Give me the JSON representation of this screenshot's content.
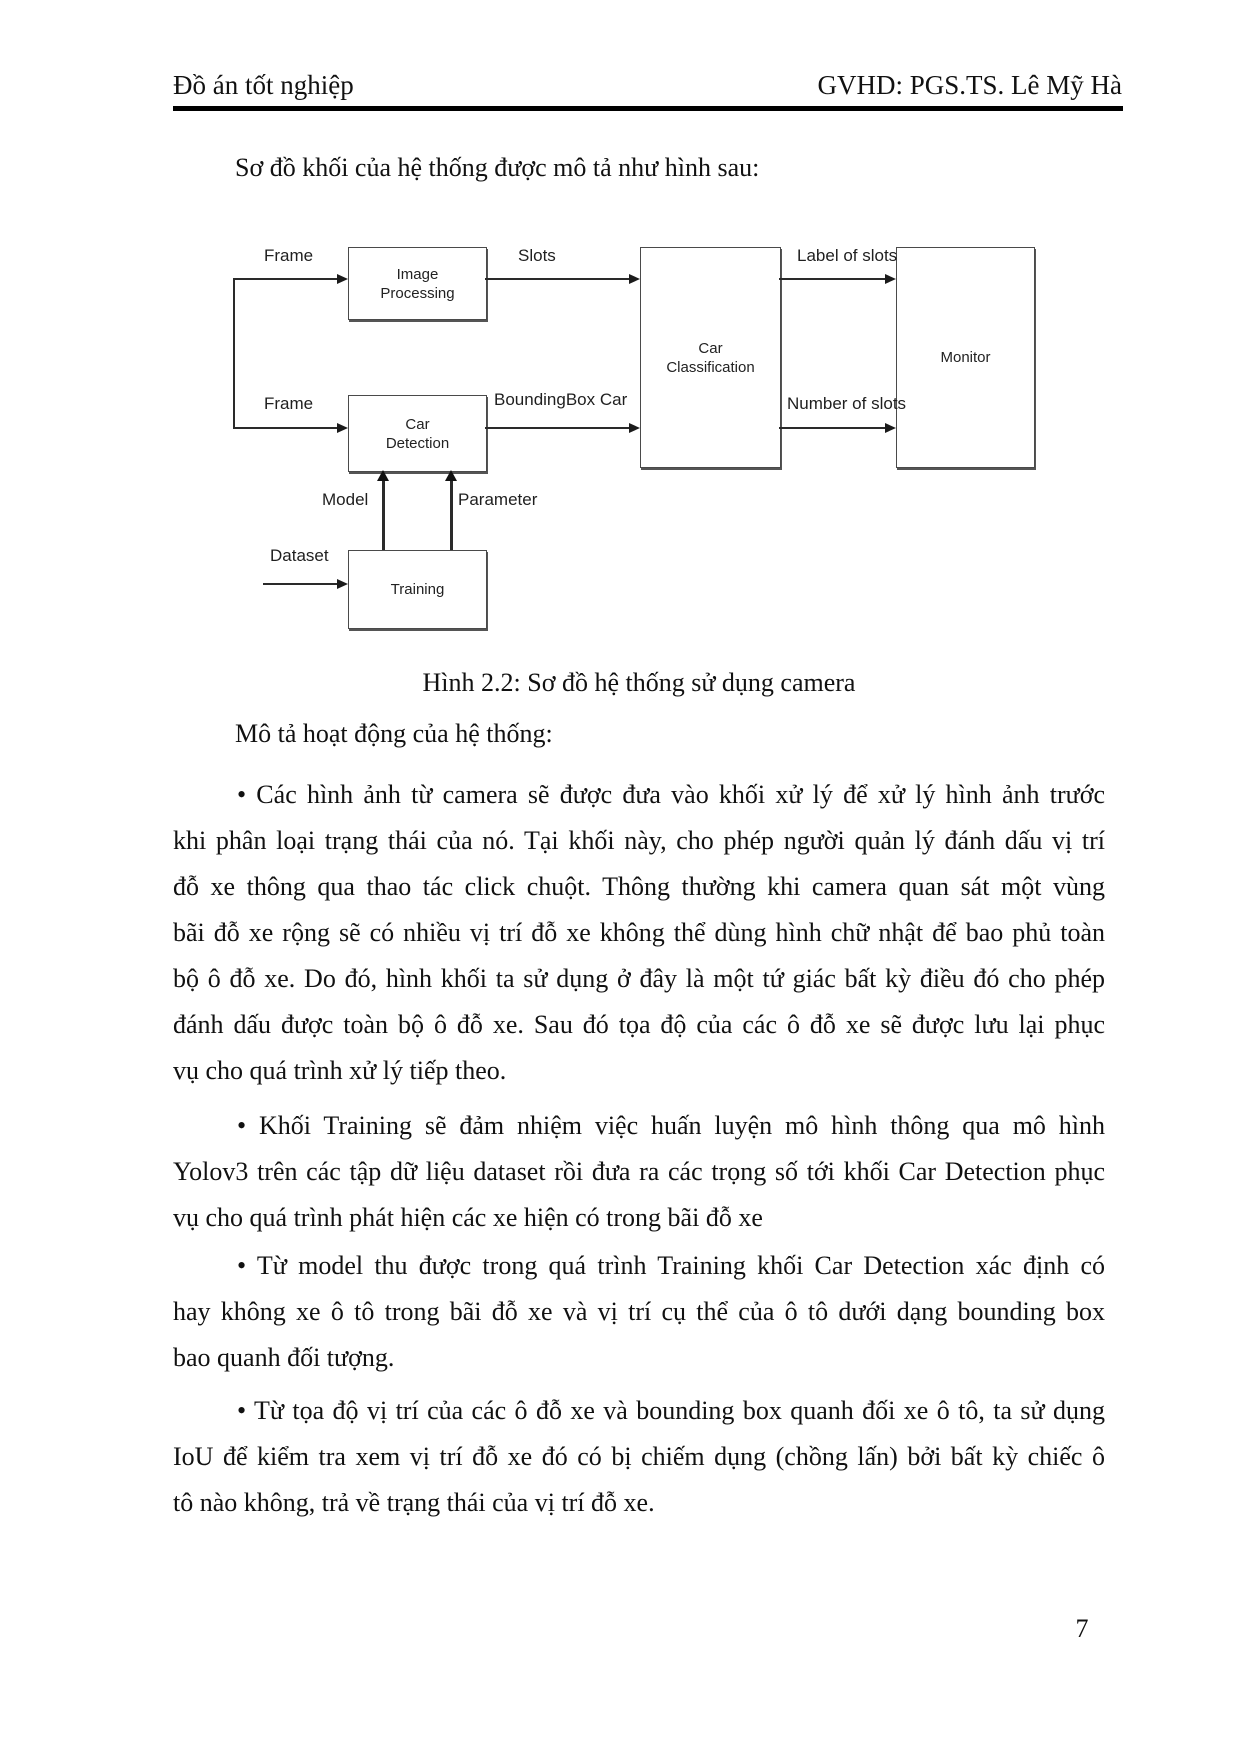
{
  "header": {
    "left": "Đồ án tốt nghiệp",
    "right": "GVHD: PGS.TS. Lê Mỹ Hà"
  },
  "intro": "Sơ đồ khối của hệ thống được mô tả như hình sau:",
  "figure": {
    "caption": "Hình 2.2: Sơ đồ hệ thống sử dụng camera",
    "blocks": {
      "image_processing": "Image\nProcessing",
      "car_detection": "Car\nDetection",
      "car_classification": "Car\nClassification",
      "monitor": "Monitor",
      "training": "Training"
    },
    "arrow_labels": {
      "frame_top": "Frame",
      "frame_bottom": "Frame",
      "slots": "Slots",
      "boundingbox_car": "BoundingBox Car",
      "label_of_slots": "Label of slots",
      "number_of_slots": "Number of slots",
      "model": "Model",
      "parameter": "Parameter",
      "dataset": "Dataset"
    }
  },
  "subheading": "Mô tả hoạt động của hệ thống:",
  "paragraphs": [
    {
      "lines": [
        "• Các hình ảnh từ camera sẽ được đưa vào khối xử lý để xử lý hình ảnh trước",
        "khi phân loại trạng thái của nó. Tại khối này, cho phép người quản lý đánh dấu vị trí",
        "đỗ xe thông qua thao tác click chuột. Thông thường khi camera quan sát một vùng",
        "bãi đỗ xe rộng sẽ có nhiều vị trí đỗ xe không thể dùng hình chữ nhật để bao phủ toàn",
        "bộ ô đỗ xe. Do đó, hình khối ta sử dụng ở đây là một tứ giác bất kỳ điều đó cho phép",
        "đánh dấu được toàn bộ ô đỗ xe. Sau đó tọa độ của các ô đỗ xe sẽ được lưu lại phục",
        "vụ cho quá trình xử lý tiếp theo."
      ]
    },
    {
      "lines": [
        "• Khối Training sẽ đảm nhiệm việc huấn luyện mô hình thông qua mô hình",
        "Yolov3 trên các tập dữ liệu dataset rồi đưa ra các trọng số tới khối Car Detection phục",
        "vụ cho quá trình phát hiện các xe hiện có trong bãi đỗ xe"
      ]
    },
    {
      "lines": [
        "• Từ model thu được trong quá trình Training khối Car Detection xác định có",
        "hay không xe ô tô trong bãi đỗ xe và vị trí cụ thể của ô tô dưới dạng bounding box",
        "bao quanh đối tượng."
      ]
    },
    {
      "lines": [
        "• Từ tọa độ vị trí của các ô đỗ xe và bounding box quanh đối xe ô tô, ta sử dụng",
        "IoU để kiểm tra xem vị trí đỗ xe đó có bị chiếm dụng (chồng lấn) bởi bất kỳ chiếc ô",
        "tô nào không, trả về trạng thái của vị trí đỗ xe."
      ]
    }
  ],
  "page_number": "7"
}
